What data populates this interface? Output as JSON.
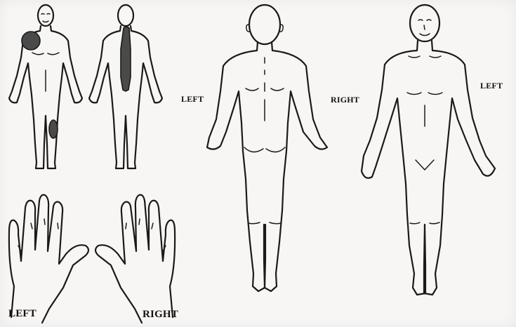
{
  "labels": {
    "large_back_left": "LEFT",
    "large_back_right": "RIGHT",
    "large_front_left": "LEFT",
    "hand_left": "LEFT",
    "hand_right": "RIGHT"
  },
  "colors": {
    "ink": "#1a1a1a",
    "shading": "#4a4a4a",
    "paper": "#f7f6f4"
  }
}
